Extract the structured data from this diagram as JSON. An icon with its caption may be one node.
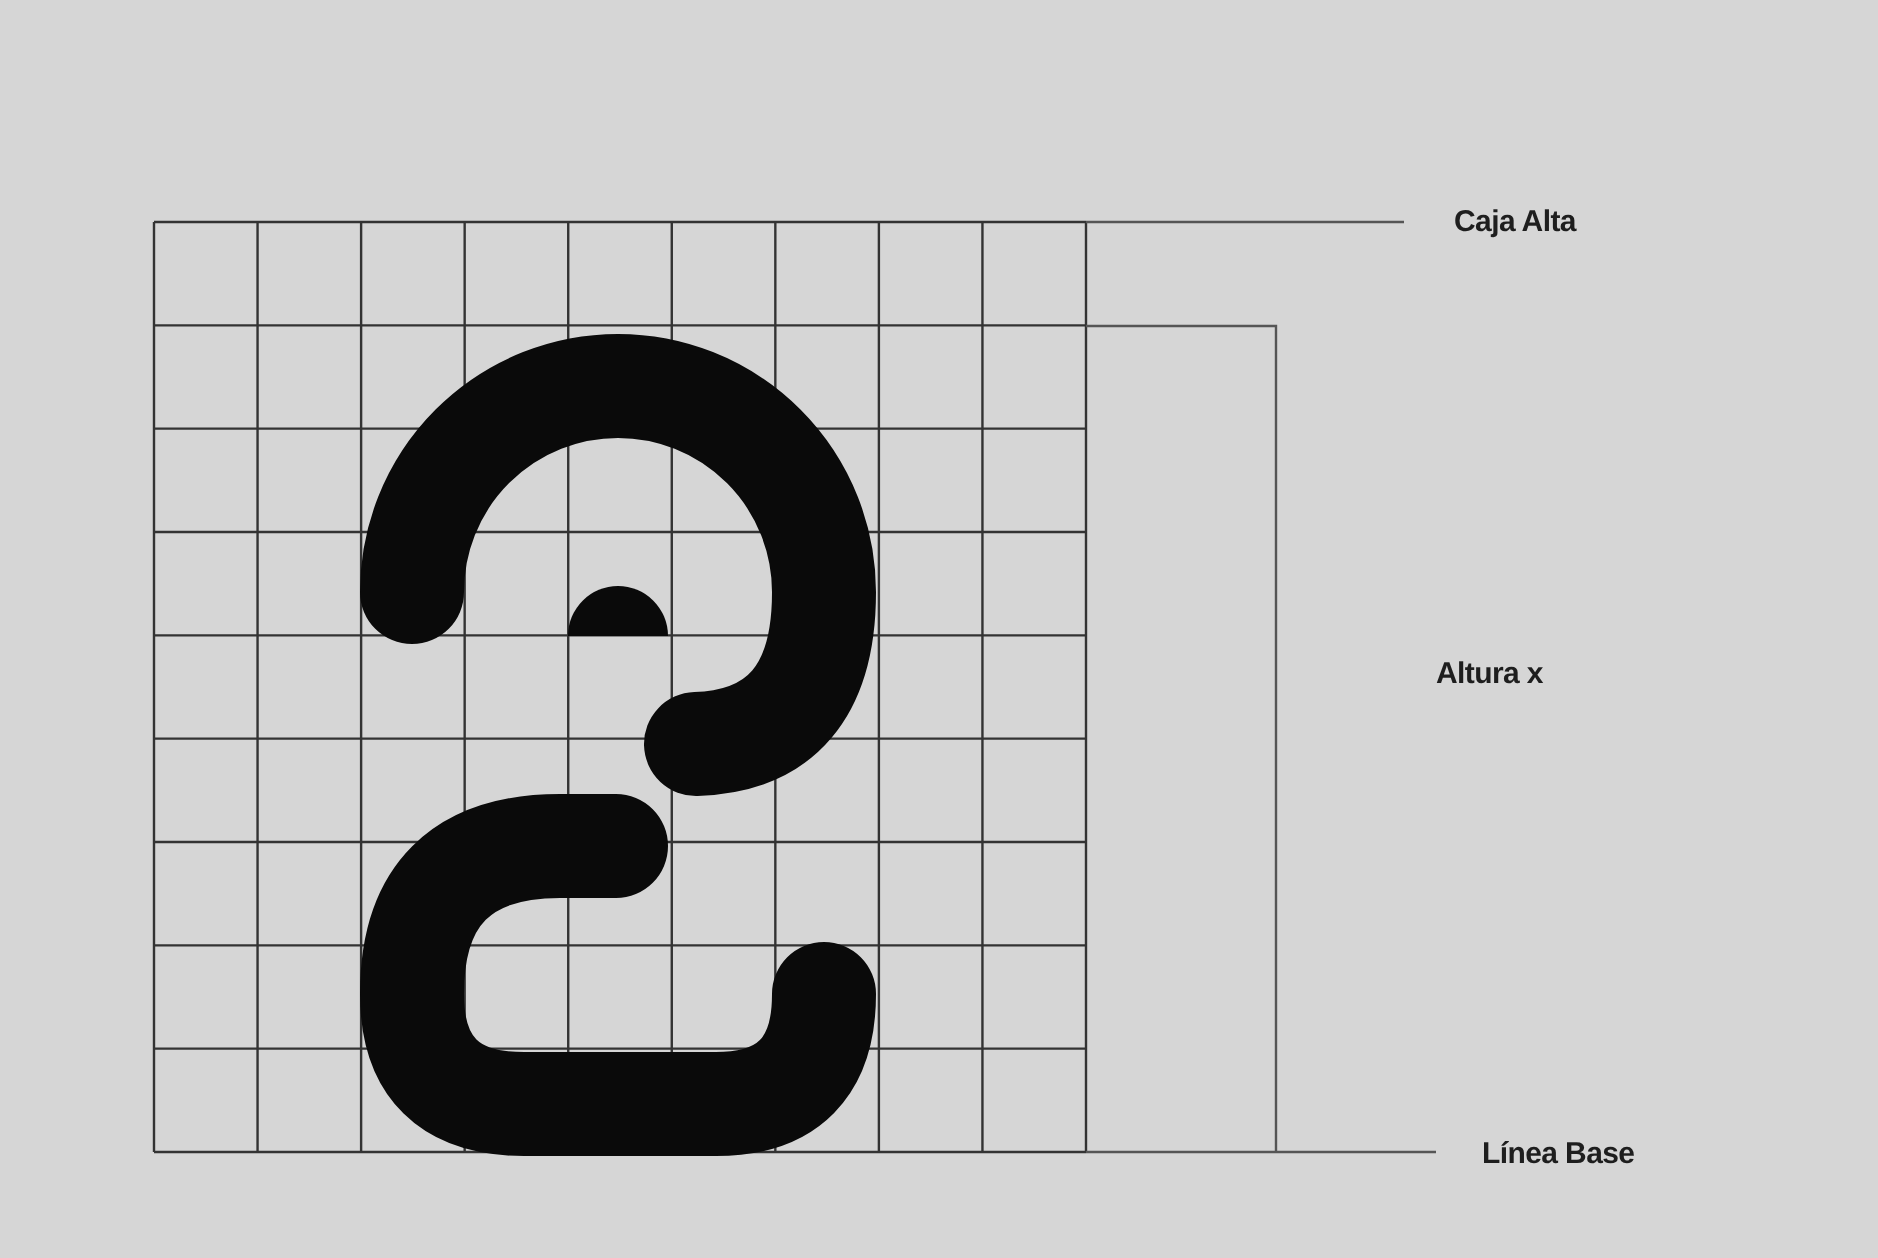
{
  "diagram": {
    "labels": [
      "Caja Alta",
      "Altura x",
      "Línea Base"
    ]
  }
}
